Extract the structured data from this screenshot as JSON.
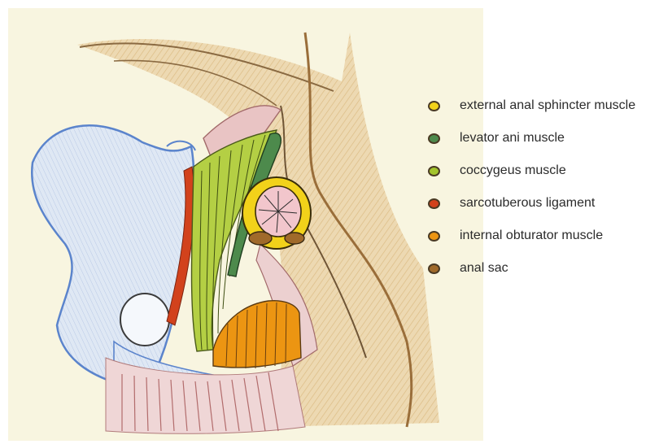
{
  "legend": {
    "items": [
      {
        "key": "external-anal-sphincter",
        "label": "external anal sphincter muscle",
        "color": "#f2d21a"
      },
      {
        "key": "levator-ani",
        "label": "levator ani muscle",
        "color": "#4d8a4c"
      },
      {
        "key": "coccygeus",
        "label": "coccygeus muscle",
        "color": "#a3c42c"
      },
      {
        "key": "sarcotuberous-ligament",
        "label": "sarcotuberous ligament",
        "color": "#d2421c"
      },
      {
        "key": "internal-obturator",
        "label": "internal obturator muscle",
        "color": "#ec9512"
      },
      {
        "key": "anal-sac",
        "label": "anal sac",
        "color": "#a06a2a"
      }
    ]
  },
  "colors": {
    "background_paper": "#f7f4dc",
    "skin": "#e6c99a",
    "bone": "#d8e2f0",
    "bone_outline": "#5b84cc",
    "fascia_pink": "#e9c4c4"
  }
}
